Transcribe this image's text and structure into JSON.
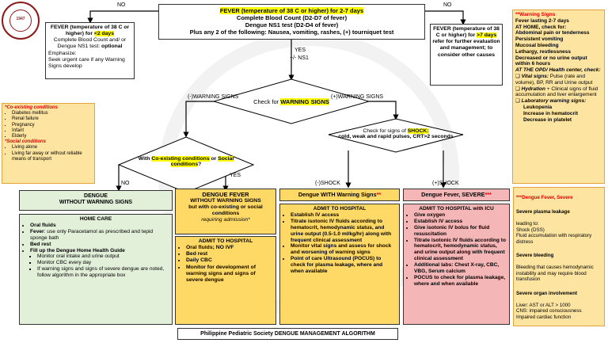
{
  "seal": {
    "text": "PHILIPPINE PEDIATRIC SOCIETY",
    "year": "1947"
  },
  "labels": {
    "no_left": "NO",
    "no_right": "NO",
    "yes_top": "YES",
    "ns1": "+/- NS1",
    "no_bottom": "NO",
    "yes_bottom": "YES",
    "minus_ws": "(-)WARNING SIGNS",
    "plus_ws": "(+)WARNING SIGNS",
    "minus_shock": "(-)SHOCK",
    "plus_shock": "(+)SHOCK"
  },
  "top": {
    "line1": "FEVER (temperature of 38 C or higher) for 2-7 days",
    "line2": "Complete Blood Count (D2-D7 of fever)",
    "line3": "Dengue NS1 test (D2-D4 of fever)",
    "line4": "Plus any 2 of the following: Nausea, vomiting, rashes, (+) tourniquet test"
  },
  "left_fever": {
    "a": "FEVER (temperature of 38 C or higher) for ",
    "b": "<2 days",
    "c": "Complete Blood Count and/ or Dengue NS1 test: ",
    "d": "optional",
    "e": "Emphasize:",
    "f": "Seek urgent care if any Warning Signs develop"
  },
  "right_fever": {
    "a": "FEVER (temperature of 38 C or higher) for ",
    "b": ">7 days",
    "c": "refer for further evaluation and management; to consider other causes"
  },
  "warning_signs": {
    "title": "**Warning Signs",
    "items": [
      "Fever lasting 2-7 days",
      "AT HOME, check for:",
      "Abdominal pain or tenderness",
      "Persistent vomiting",
      "Mucosal bleeding",
      "Lethargy, restlessness",
      "Decreased or no urine output within 6 hours"
    ],
    "opd": "AT THE OPD/ Health center, check:",
    "checks": [
      {
        "head": "Vital signs:",
        "body": " Pulse (rate and volume), BP, RR and Urine output"
      },
      {
        "head": "Hydration",
        "body": " + Clinical signs of fluid accumulation and liver enlargement"
      },
      {
        "head": "Laboratory warning signs:",
        "body": ""
      }
    ],
    "lab": [
      "Leukopenia",
      "Increase in hematocrit",
      "Decrease in platelet"
    ]
  },
  "coexisting": {
    "title": "*Co-existing conditions",
    "items": [
      "Diabetes mellitus",
      "Renal failure",
      "Pregnancy",
      "Infant",
      "Elderly"
    ],
    "social_title": "*Social conditions",
    "social": [
      "Living alone",
      "Living far away  or without reliable means of transport"
    ]
  },
  "check_ws": {
    "a": "Check for ",
    "b": "WARNING SIGNS"
  },
  "coex_diamond": {
    "a": "With ",
    "b": "Co-existing conditions",
    "c": " or ",
    "d": "Social conditions",
    "e": "?"
  },
  "shock_diamond": {
    "a": "Check for signs of ",
    "b": "SHOCK:",
    "c": "cold, weak and rapid pulses, CRT>2 seconds"
  },
  "col1": {
    "head": "DENGUE\nWITHOUT WARNING SIGNS",
    "care_title": "HOME CARE",
    "items": [
      {
        "b": "Oral fluids",
        "t": ""
      },
      {
        "b": "Fever",
        "t": ": use only Paracetamol as prescribed and tepid sponge bath"
      },
      {
        "b": "Bed rest",
        "t": ""
      },
      {
        "b": "",
        "t": "Fill up the "
      },
      {
        "b": "",
        "t": ""
      }
    ],
    "guide": "Dengue Home Health Guide",
    "sub": [
      "Monitor oral intake and urine output",
      "Monitor CBC every day",
      "If warning signs and signs of severe dengue are noted, follow algorithm in the appropriate box"
    ]
  },
  "col2": {
    "head1": "DENGUE FEVER",
    "head2": "WITHOUT WARNING SIGNS",
    "head3": "but with co-existing or social conditions",
    "head4": "requiring admission*",
    "admit": "ADMIT TO HOSPITAL",
    "items": [
      "Oral fluids; NO IVF",
      "Bed rest",
      "Daily CBC",
      "Monitor for development of warning signs and signs of severe dengue"
    ]
  },
  "col3": {
    "head": "Dengue WITH Warning Signs",
    "stars": "**",
    "admit": "ADMIT TO HOSPITAL",
    "items": [
      "Establish IV access",
      "Titrate isotonic IV fluids according to hematocrit, hemodynamic status, and urine output (0.5-1.0 ml/kg/hr) along with frequent clinical assessment",
      "Monitor vital signs and assess for shock and worsening of warning signs",
      "Point of care Ultrasound (POCUS) to check for plasma leakage, where and when available"
    ]
  },
  "col4": {
    "head": "Dengue Fever, SEVERE",
    "stars": "***",
    "admit": "ADMIT TO HOSPITAL with ICU",
    "items": [
      "Give oxygen",
      "Establish IV access",
      "Give isotonic IV bolus for fluid resuscitation",
      "Titrate isotonic IV fluids according to hematocrit, hemodynamic status, and urine output along with frequent clinical assessment",
      "Additional labs: Chest X-ray, CBC, VBG, Serum calcium",
      "POCUS to check for plasma leakage, where and when available"
    ]
  },
  "severe": {
    "title": "***Dengue Fever, Severe",
    "s1": "Severe plasma leakage",
    "s1b": "leading to:\nShock (DSS)\nFluid accumulation with respiratory distress",
    "s2": "Severe bleeding",
    "s2b": "Bleeding that causes hemodynamic instability and may require blood transfusion",
    "s3": "Severe organ involvement",
    "s3b": "Liver: AST or ALT > 1000\nCNS: impaired consciousness\nImpaired cardiac function"
  },
  "footer": "Philippine Pediatric Society  DENGUE MANAGEMENT ALGORITHM"
}
